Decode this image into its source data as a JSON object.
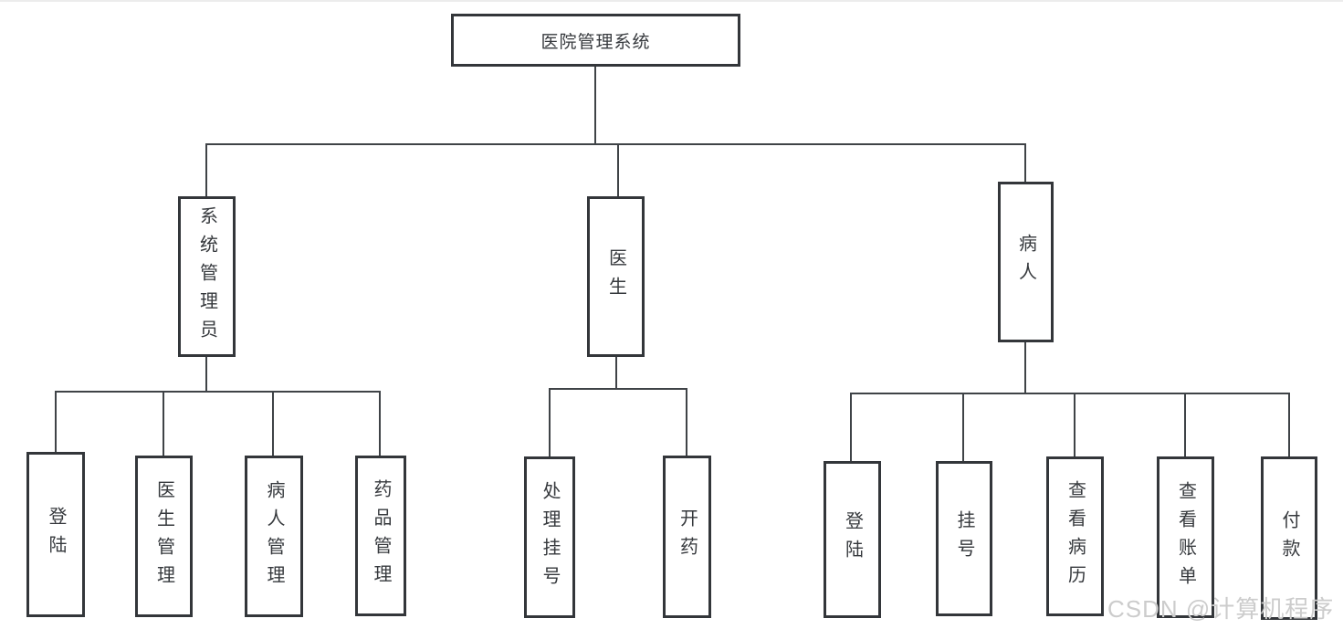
{
  "diagram": {
    "root": {
      "label": "医院管理系统"
    },
    "branches": [
      {
        "label": "系统管理员",
        "children": [
          {
            "label": "登陆"
          },
          {
            "label": "医生管理"
          },
          {
            "label": "病人管理"
          },
          {
            "label": "药品管理"
          }
        ]
      },
      {
        "label": "医生",
        "children": [
          {
            "label": "处理挂号"
          },
          {
            "label": "开药"
          }
        ]
      },
      {
        "label": "病人",
        "children": [
          {
            "label": "登陆"
          },
          {
            "label": "挂号"
          },
          {
            "label": "查看病历"
          },
          {
            "label": "查看账单"
          },
          {
            "label": "付款"
          }
        ]
      }
    ],
    "watermark": "CSDN @计算机程序",
    "colors": {
      "box-border": "#33363a",
      "line": "#3f4347",
      "text": "#36393d",
      "watermark": "#cccccc",
      "background": "#ffffff"
    }
  }
}
